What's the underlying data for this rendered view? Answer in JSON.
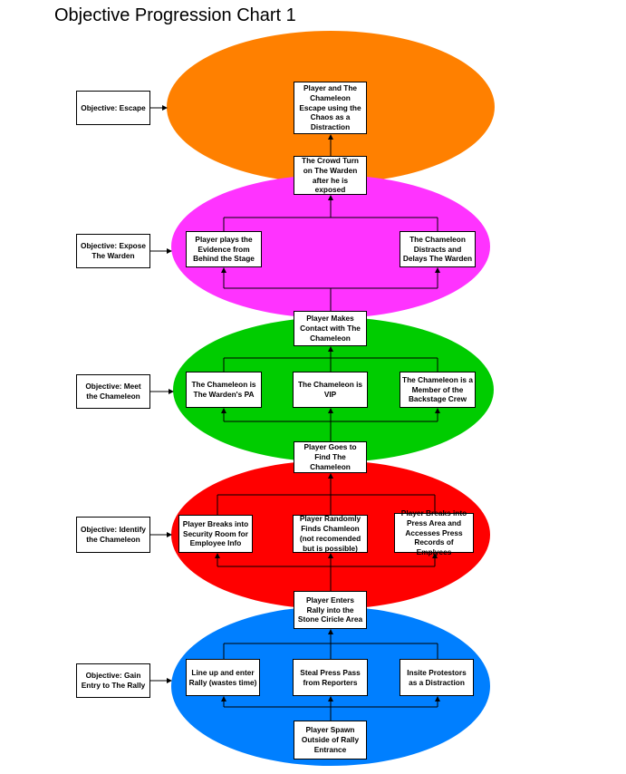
{
  "title": "Objective Progression Chart 1",
  "colors": {
    "escape": "#FF8000",
    "expose": "#FF33FF",
    "meet": "#00CC00",
    "identify": "#FF0000",
    "entry": "#007FFF"
  },
  "objectives": {
    "escape": "Objective: Escape",
    "expose": "Objective: Expose The Warden",
    "meet": "Objective: Meet the Chameleon",
    "identify": "Objective: Identify the Chameleon",
    "entry": "Objective: Gain Entry to The Rally"
  },
  "nodes": {
    "escape": "Player and The Chameleon Escape using the Chaos as a Distraction",
    "crowd": "The Crowd Turn on The Warden after he is exposed",
    "evidence": "Player plays the Evidence from Behind the Stage",
    "distracts": "The Chameleon Distracts and Delays The Warden",
    "contact": "Player Makes Contact with The Chameleon",
    "pa": "The Chameleon is The Warden's PA",
    "vip": "The Chameleon is VIP",
    "crew": "The Chameleon is a Member of the Backstage Crew",
    "find": "Player Goes to Find The Chameleon",
    "security": "Player Breaks into Security Room for Employee Info",
    "random": "Player Randomly Finds Chamleon (not recomended but is possible)",
    "press": "Player Breaks into Press Area and Accesses Press Records of Emplyees",
    "enters": "Player Enters Rally into the Stone Ciricle Area",
    "lineup": "Line up and enter Rally (wastes time)",
    "steal": "Steal Press Pass from Reporters",
    "insite": "Insite Protestors as a Distraction",
    "spawn": "Player Spawn Outside of Rally Entrance"
  }
}
